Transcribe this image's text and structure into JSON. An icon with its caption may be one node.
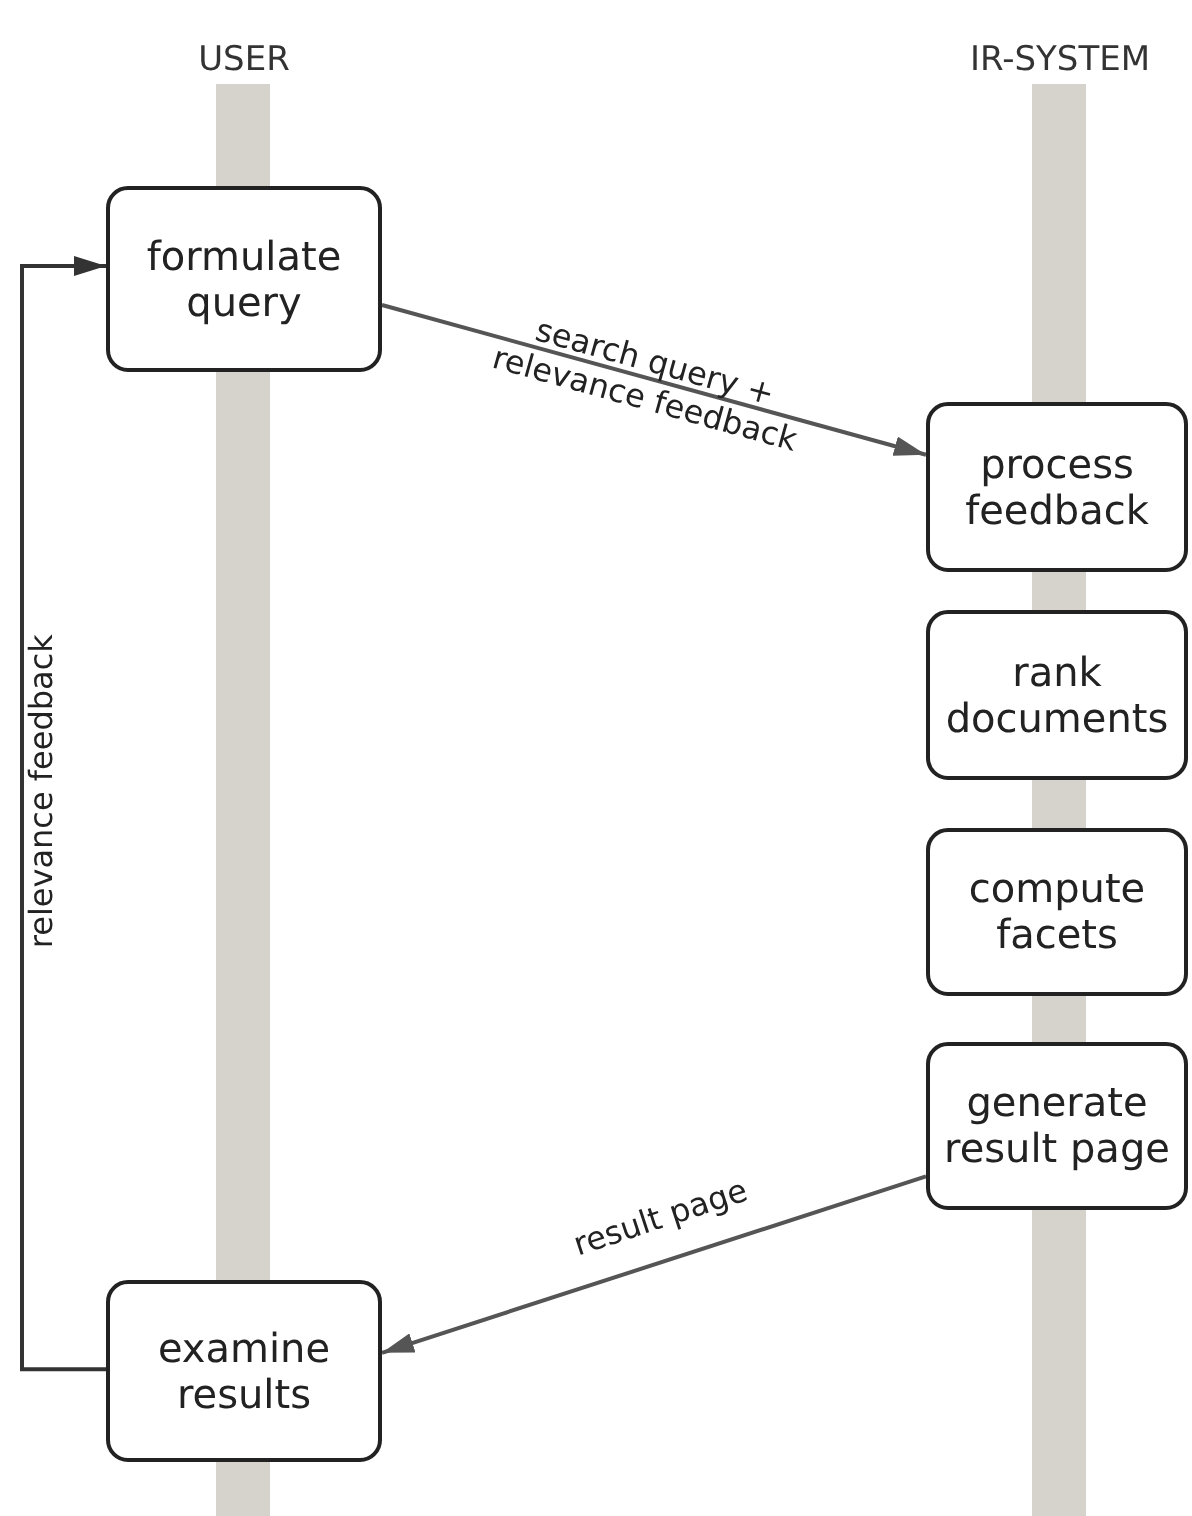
{
  "diagram": {
    "nodes": [
      {
        "text": [
          "formulate query"
        ]
      },
      {
        "text": [
          "process feedback"
        ]
      },
      {
        "text": [
          "rank documents"
        ]
      },
      {
        "text": [
          "compute facets"
        ]
      },
      {
        "text": [
          "generate result page"
        ]
      },
      {
        "text": [
          "examine results"
        ]
      }
    ],
    "edges": [
      {
        "from": 0,
        "to": 1,
        "arrow": "to",
        "label": "search query + relevance feedback"
      },
      {
        "from": 4,
        "to": 5,
        "arrow": "to",
        "label": "result page"
      },
      {
        "from": 5,
        "to": 0,
        "arrow": "to",
        "label": "relevance feedback"
      }
    ],
    "labels": [
      "USER",
      "IR-SYSTEM"
    ]
  }
}
